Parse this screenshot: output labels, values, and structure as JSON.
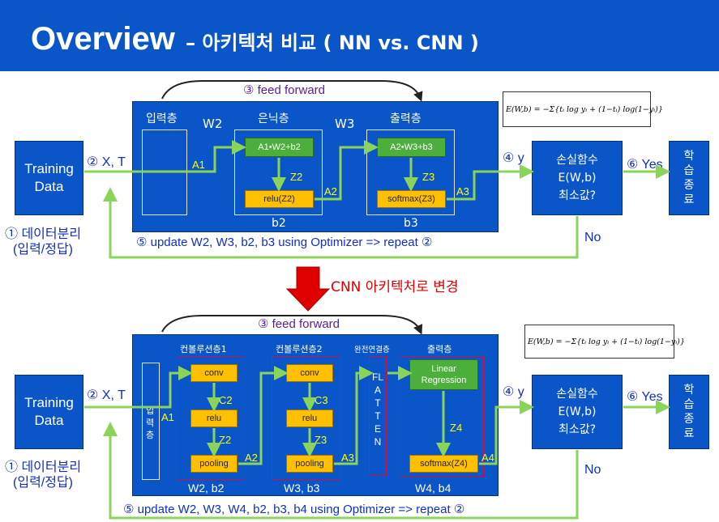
{
  "header": {
    "title_main": "Overview",
    "title_sub": "– 아키텍처 비교 ( NN vs. CNN )"
  },
  "colors": {
    "blue": "#0a56c8",
    "green": "#4caf3c",
    "orange": "#ffc000",
    "arrow": "#8bd45a"
  },
  "nn": {
    "feed_forward": "③ feed forward",
    "training_data": "Training\nData",
    "xt": "② X, T",
    "separation": "① 데이터분리\n(입력/정답)",
    "input_layer": "입력층",
    "hidden_layer": "은닉층",
    "output_layer": "출력층",
    "w2": "W2",
    "w3": "W3",
    "a1": "A1",
    "a2": "A2",
    "a3": "A3",
    "z2": "Z2",
    "z3": "Z3",
    "hidden_calc": "A1•W2+b2",
    "hidden_act": "relu(Z2)",
    "output_calc": "A2•W3+b3",
    "output_act": "softmax(Z3)",
    "b2": "b2",
    "b3": "b3",
    "y": "④ y",
    "loss": "손실함수\nE(W,b)\n최소값?",
    "yes": "⑥ Yes",
    "end": "학\n습\n종\n료",
    "no": "No",
    "update": "⑤  update W2, W3, b2, b3 using Optimizer => repeat ②"
  },
  "change_label": "CNN 아키텍처로 변경",
  "cnn": {
    "feed_forward": "③ feed forward",
    "training_data": "Training\nData",
    "xt": "② X, T",
    "separation": "① 데이터분리\n(입력/정답)",
    "input_layer": "입\n력\n층",
    "conv_layer1": "컨볼루션층1",
    "conv_layer2": "컨볼루션층2",
    "fc_layer": "완전연결층",
    "output_layer": "출력층",
    "conv": "conv",
    "relu": "relu",
    "pooling": "pooling",
    "c2": "C2",
    "z2": "Z2",
    "c3": "C3",
    "z3": "Z3",
    "z4": "Z4",
    "a1": "A1",
    "a2": "A2",
    "a3": "A3",
    "a4": "A4",
    "flatten": "FLATTEN",
    "linear_regression": "Linear\nRegression",
    "output_act": "softmax(Z4)",
    "wb1": "W2, b2",
    "wb2": "W3, b3",
    "wb3": "W4, b4",
    "y": "④ y",
    "loss": "손실함수\nE(W,b)\n최소값?",
    "yes": "⑥ Yes",
    "end": "학\n습\n종\n료",
    "no": "No",
    "update": "⑤  update W2, W3, W4, b2, b3, b4 using Optimizer => repeat ②"
  },
  "formula_text": "E(W,b) = −Σ{tᵢ log yᵢ + (1−tᵢ) log(1−yᵢ)}"
}
